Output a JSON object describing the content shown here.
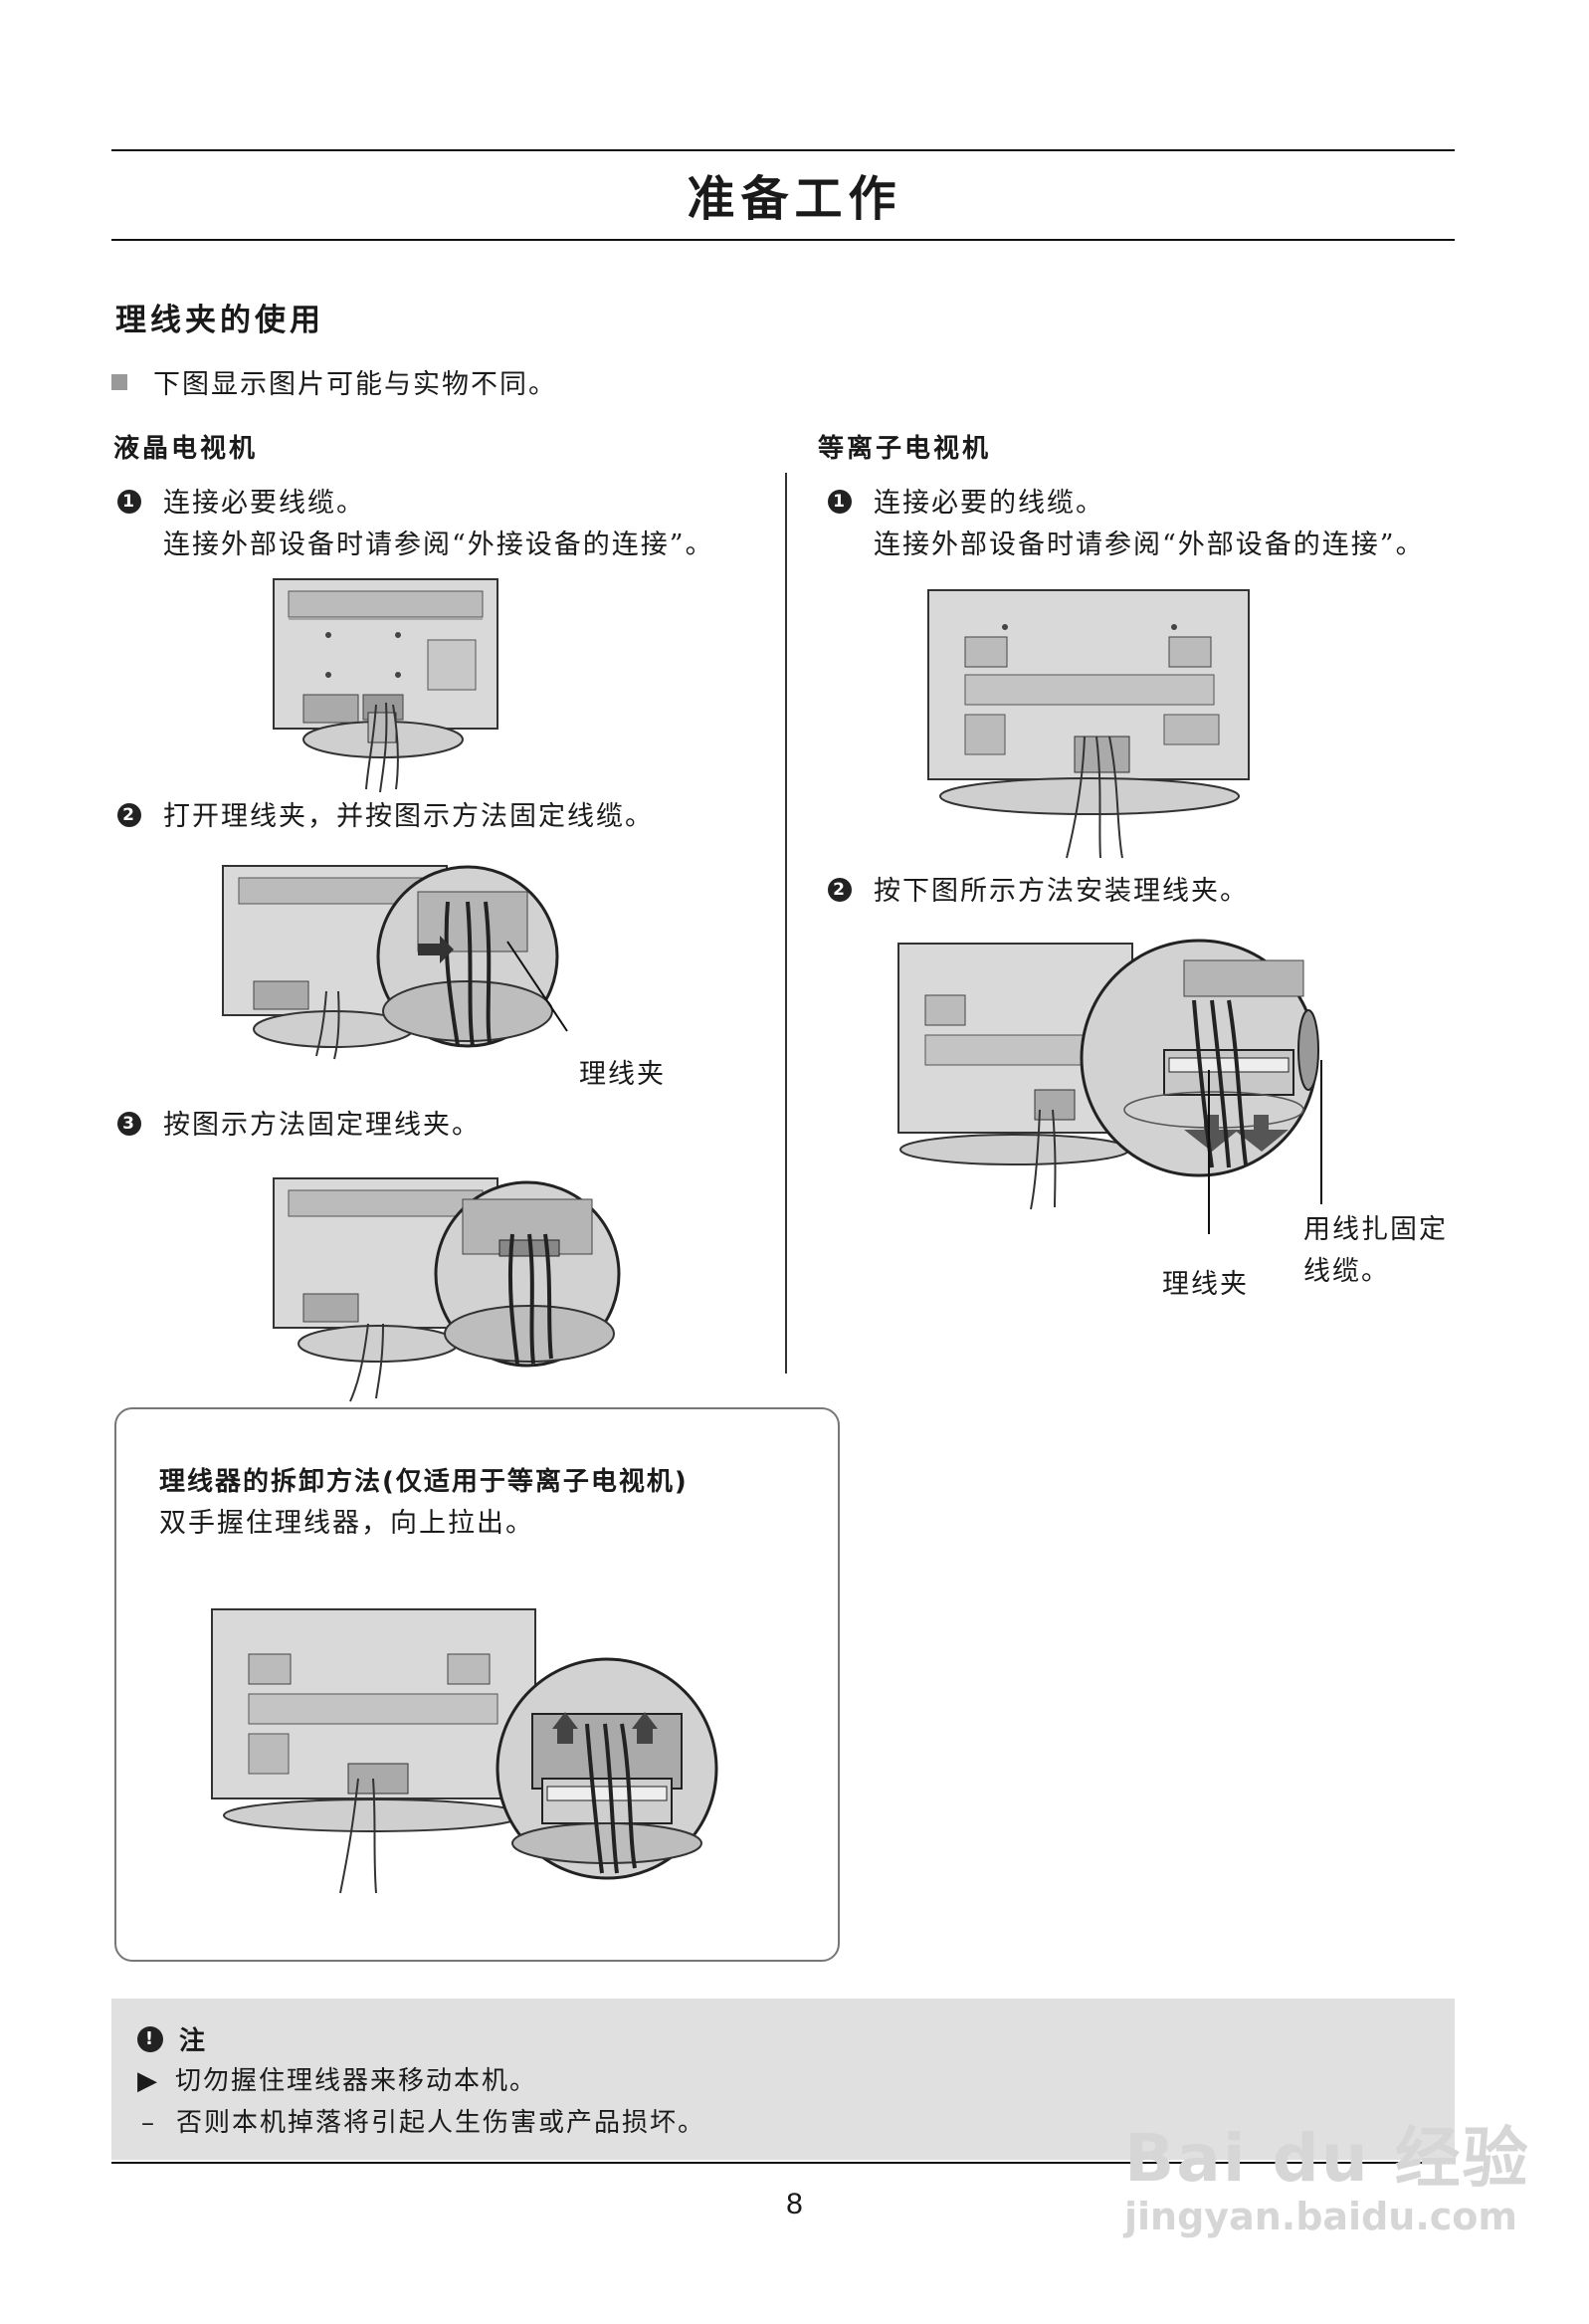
{
  "header": {
    "title": "准备工作"
  },
  "section": {
    "title": "理线夹的使用"
  },
  "intro_note": "下图显示图片可能与实物不同。",
  "lcd": {
    "heading": "液晶电视机",
    "step1_num": "1",
    "step1_line1": "连接必要线缆。",
    "step1_line2": "连接外部设备时请参阅“外接设备的连接”。",
    "step2_num": "2",
    "step2_text": "打开理线夹，并按图示方法固定线缆。",
    "step2_callout": "理线夹",
    "step3_num": "3",
    "step3_text": "按图示方法固定理线夹。"
  },
  "plasma": {
    "heading": "等离子电视机",
    "step1_num": "1",
    "step1_line1": "连接必要的线缆。",
    "step1_line2": "连接外部设备时请参阅“外部设备的连接”。",
    "step2_num": "2",
    "step2_text": "按下图所示方法安装理线夹。",
    "callout_clip": "理线夹",
    "callout_tie_line1": "用线扎固定",
    "callout_tie_line2": "线缆。"
  },
  "removal": {
    "title": "理线器的拆卸方法(仅适用于等离子电视机)",
    "text": "双手握住理线器，向上拉出。"
  },
  "note": {
    "icon": "exclamation-icon",
    "label": "注",
    "bullet_icon": "triangle-right-icon",
    "line1": "切勿握住理线器来移动本机。",
    "line2": "否则本机掉落将引起人生伤害或产品损坏。"
  },
  "footer": {
    "page_number": "8"
  },
  "watermark": {
    "brand": "Bai du 经验",
    "url": "jingyan.baidu.com"
  }
}
